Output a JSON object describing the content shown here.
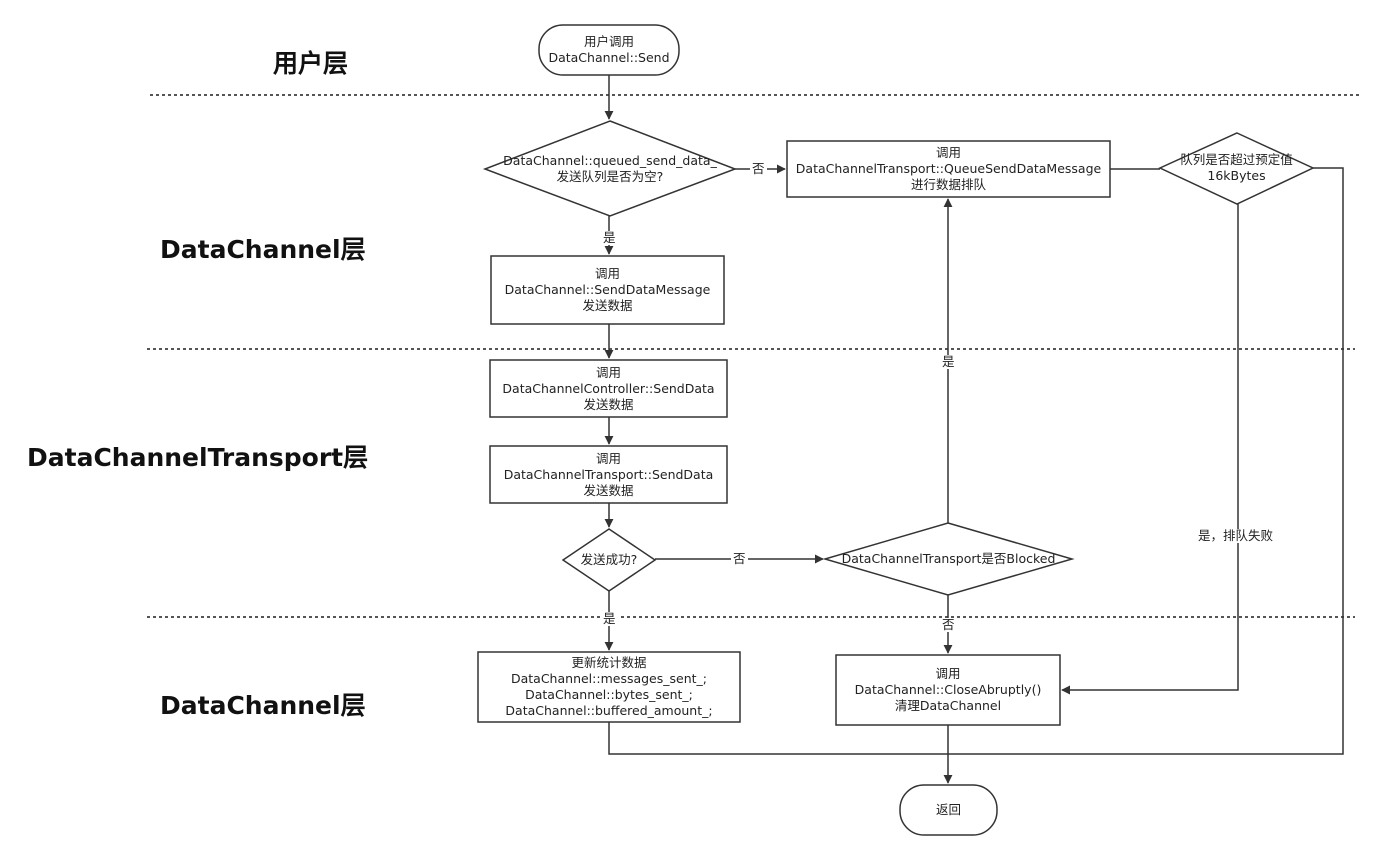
{
  "layers": {
    "user": "用户层",
    "datachannel_top": "DataChannel层",
    "transport": "DataChannelTransport层",
    "datachannel_bottom": "DataChannel层"
  },
  "nodes": {
    "start": {
      "line1": "用户调用",
      "line2": "DataChannel::Send"
    },
    "queue_check": {
      "line1": "DataChannel::queued_send_data_",
      "line2": "发送队列是否为空?"
    },
    "queue_send": {
      "line1": "调用",
      "line2": "DataChannelTransport::QueueSendDataMessage",
      "line3": "进行数据排队"
    },
    "queue_limit": {
      "line1": "队列是否超过预定值",
      "line2": "16kBytes"
    },
    "send_data_message": {
      "line1": "调用",
      "line2": "DataChannel::SendDataMessage",
      "line3": "发送数据"
    },
    "controller_send": {
      "line1": "调用",
      "line2": "DataChannelController::SendData",
      "line3": "发送数据"
    },
    "transport_send": {
      "line1": "调用",
      "line2": "DataChannelTransport::SendData",
      "line3": "发送数据"
    },
    "send_success": {
      "line1": "发送成功?"
    },
    "blocked_check": {
      "line1": "DataChannelTransport是否Blocked"
    },
    "update_stats": {
      "line1": "更新统计数据",
      "line2": "DataChannel::messages_sent_;",
      "line3": "DataChannel::bytes_sent_;",
      "line4": "DataChannel::buffered_amount_;"
    },
    "close_abruptly": {
      "line1": "调用",
      "line2": "DataChannel::CloseAbruptly()",
      "line3": "清理DataChannel"
    },
    "return": {
      "line1": "返回"
    }
  },
  "edge_labels": {
    "queue_not_empty": "否",
    "queue_empty": "是",
    "blocked_yes": "是",
    "limit_exceeded": "是，排队失败",
    "send_failed": "否",
    "send_ok": "是",
    "not_blocked": "否"
  },
  "colors": {
    "stroke": "#333333",
    "fill": "#ffffff",
    "separator": "#555555"
  }
}
